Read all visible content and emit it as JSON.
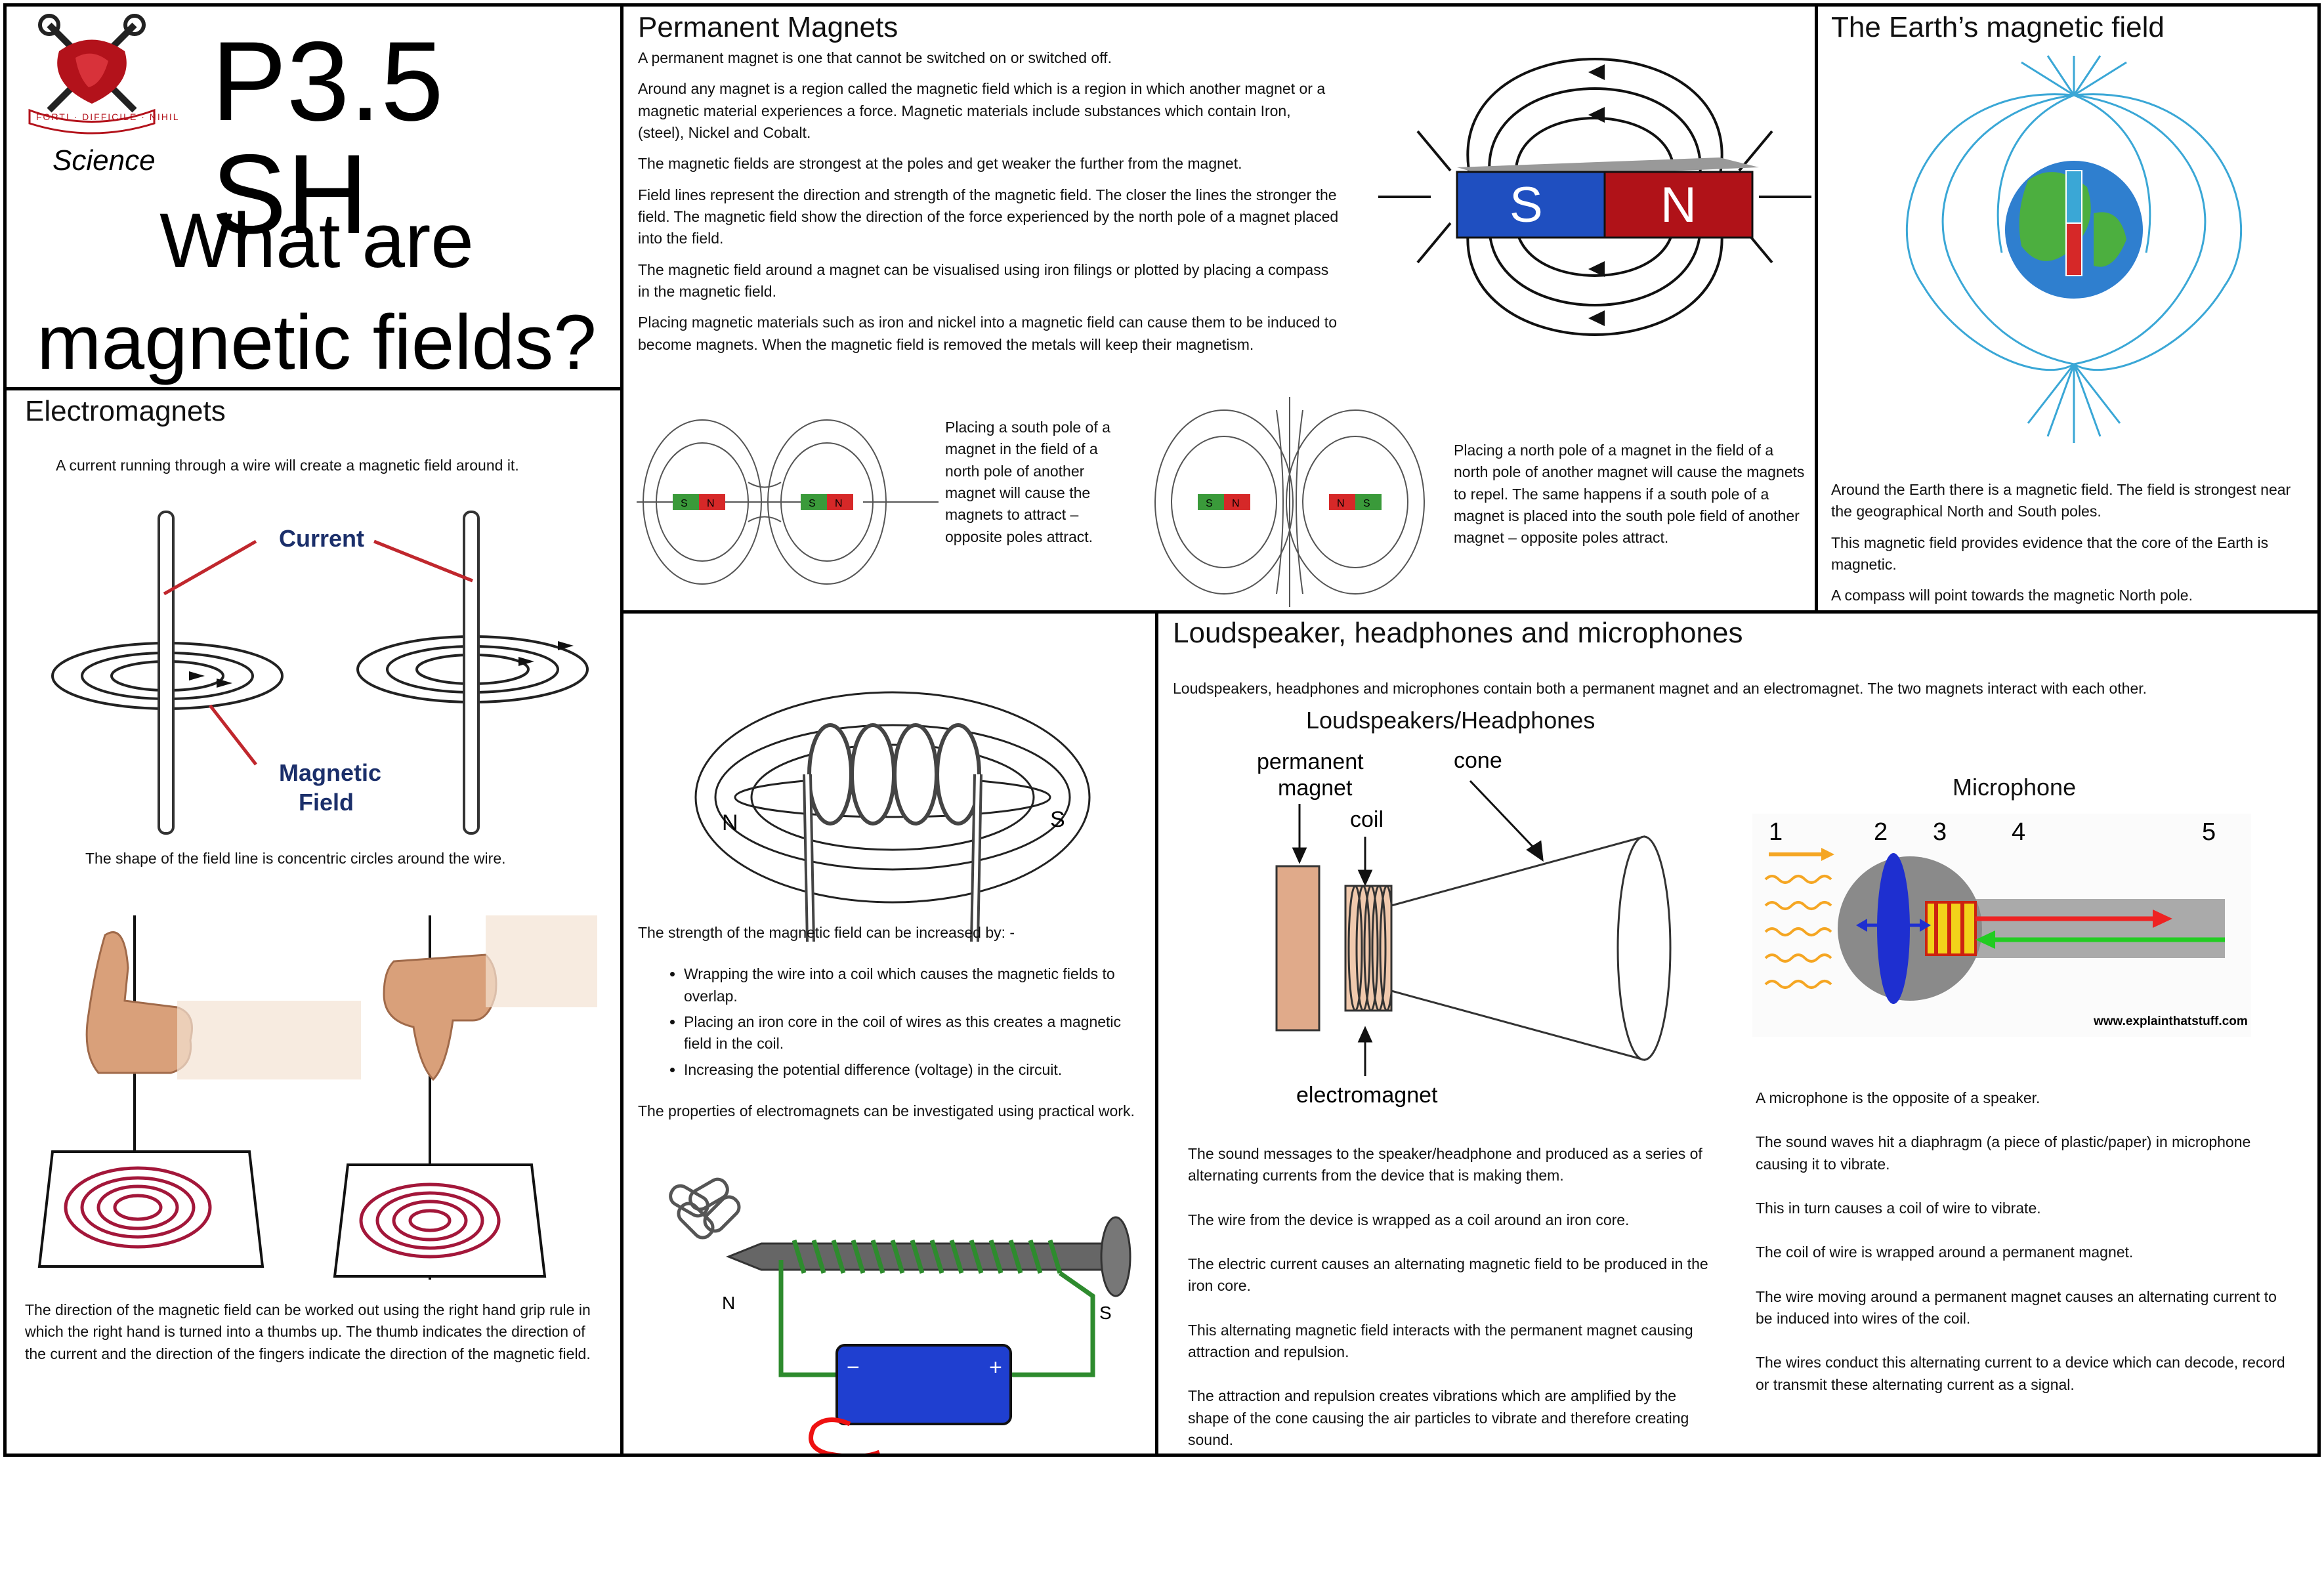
{
  "header": {
    "logo_motto": "FORTI · DIFFICILE · NIHIL",
    "science": "Science",
    "code": "P3.5 SH",
    "question_line1": "What are",
    "question_line2": "magnetic fields?"
  },
  "permanent": {
    "title": "Permanent Magnets",
    "paras": [
      "A permanent magnet is one that cannot be switched on or switched off.",
      "Around any magnet is a region called the magnetic field which is a region in which another magnet or a magnetic material experiences a force. Magnetic materials include substances which contain Iron, (steel), Nickel and Cobalt.",
      "The magnetic fields are strongest at the poles and get weaker the further from the magnet.",
      "Field lines represent the direction and strength of the magnetic field. The closer the lines the stronger the field. The magnetic field show the direction of the force experienced by the north pole of a magnet placed into the field.",
      "The magnetic field around a magnet can be visualised using iron filings or plotted by placing a compass in the magnetic field.",
      "Placing magnetic materials such as iron and nickel into a magnetic field can cause them to be induced to become magnets. When the magnetic field is removed the metals will keep their magnetism."
    ],
    "magnet_s": "S",
    "magnet_n": "N",
    "attract_text": "Placing a south pole of a magnet in the field of a north pole of another magnet will cause the magnets to attract – opposite poles attract.",
    "repel_text": "Placing a north pole of a magnet in the field of a north pole of another magnet will cause the magnets to repel. The same happens if a south pole of a magnet is placed into the south pole field of another magnet – opposite poles attract.",
    "small_s": "S",
    "small_n": "N"
  },
  "earth": {
    "title": "The Earth’s magnetic field",
    "paras": [
      "Around the Earth there is a magnetic field. The field is strongest near the geographical North and South poles.",
      "This magnetic field provides evidence that the core of the Earth is magnetic.",
      "A compass will point towards the magnetic North pole."
    ]
  },
  "electro": {
    "title": "Electromagnets",
    "intro": "A current running through a wire will create a magnetic field around it.",
    "label_current": "Current",
    "label_magnetic": "Magnetic",
    "label_field": "Field",
    "concentric": "The shape of the field line is concentric circles around the wire.",
    "grip": "The direction of the magnetic field can be worked out using the right hand grip rule in which the right hand is turned into a thumbs up. The thumb indicates the direction of the current and the direction of the fingers indicate the direction of the magnetic field."
  },
  "solenoid": {
    "label_n": "N",
    "label_s": "S",
    "strength": "The strength of the magnetic field can be increased by: -",
    "bullets": [
      "Wrapping the wire into a coil which causes the magnetic fields to overlap.",
      "Placing an iron core in the coil of wires as this creates a magnetic field in the coil.",
      "Increasing the potential difference (voltage) in the circuit."
    ],
    "practical": "The properties of electromagnets can be investigated using practical work.",
    "nail_n": "N",
    "nail_s": "S",
    "battery_minus": "−",
    "battery_plus": "+"
  },
  "speaker": {
    "title": "Loudspeaker, headphones and microphones",
    "intro": "Loudspeakers, headphones and microphones contain both a permanent magnet and an electromagnet. The two magnets interact with each other.",
    "sub_speaker": "Loudspeakers/Headphones",
    "label_perm1": "permanent",
    "label_perm2": "magnet",
    "label_coil": "coil",
    "label_cone": "cone",
    "label_electromagnet": "electromagnet",
    "speaker_paras": [
      "The sound messages to the speaker/headphone and produced as a series of alternating currents from the device that is making them.",
      "The wire from the device is wrapped as a coil around an iron core.",
      "The electric current causes an alternating magnetic field to be produced in the iron core.",
      "This alternating magnetic field interacts with the permanent magnet causing attraction and repulsion.",
      "The attraction and repulsion creates vibrations which are amplified by the shape of the cone causing the air particles to vibrate and therefore creating sound."
    ],
    "sub_mic": "Microphone",
    "mic_numbers": [
      "1",
      "2",
      "3",
      "4",
      "5"
    ],
    "mic_credit": "www.explainthatstuff.com",
    "mic_paras": [
      "A microphone is the opposite of a speaker.",
      "The sound waves hit a diaphragm (a piece of plastic/paper) in microphone causing it to vibrate.",
      "This in turn causes a coil of wire to vibrate.",
      "The coil of wire is wrapped around a permanent magnet.",
      "The wire moving around a permanent magnet causes an alternating current to be induced into wires of the coil.",
      "The wires conduct this alternating current to a device which can decode, record or transmit these alternating current as a signal."
    ]
  },
  "colors": {
    "magnet_blue": "#1f4fc0",
    "magnet_red": "#b01218",
    "field_cyan": "#3aa7d6",
    "coil_green": "#2e8b2e",
    "logo_red": "#b3121b"
  }
}
